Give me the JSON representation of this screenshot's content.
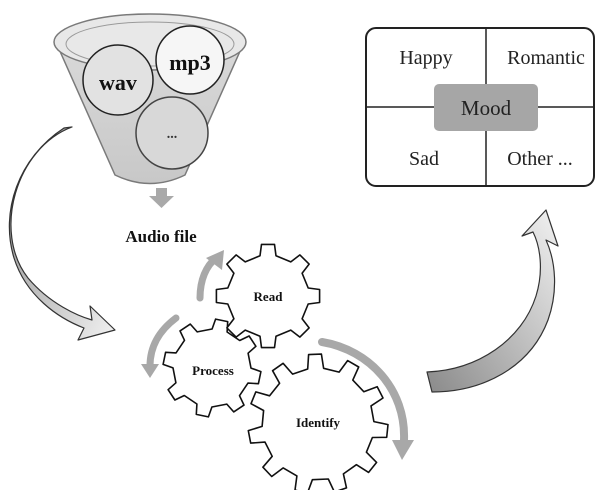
{
  "funnel": {
    "formats": [
      "wav",
      "mp3",
      "..."
    ]
  },
  "input_label": "Audio file",
  "gears": {
    "read": "Read",
    "process": "Process",
    "identify": "Identify"
  },
  "mood_box": {
    "center": "Mood",
    "quadrants": [
      "Happy",
      "Romantic",
      "Sad",
      "Other ..."
    ]
  },
  "colors": {
    "funnel_fill": "#d4d4d4",
    "funnel_rim": "#e6e6e6",
    "gear_fill": "#ffffff",
    "stroke": "#111111",
    "arrow_gray": "#a8a8a8",
    "mood_fill": "#a6a6a6"
  }
}
